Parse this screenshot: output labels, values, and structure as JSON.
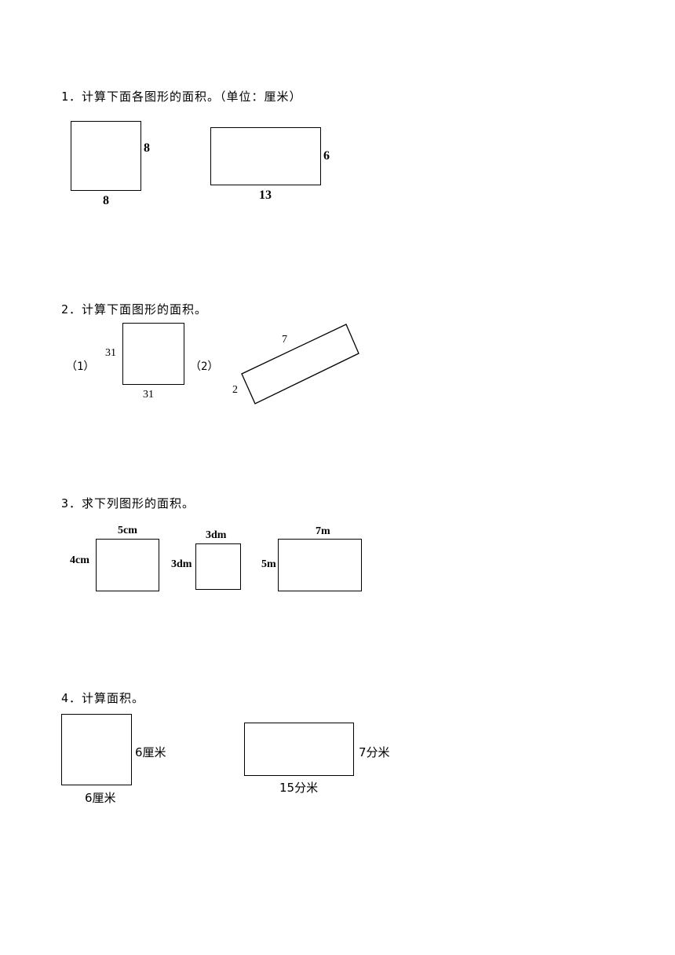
{
  "q1": {
    "title": "1．计算下面各图形的面积。（单位：厘米）",
    "square": {
      "side_label": "8",
      "bottom_label": "8"
    },
    "rect": {
      "side_label": "6",
      "bottom_label": "13"
    }
  },
  "q2": {
    "title": "2．计算下面图形的面积。",
    "part1_label": "（1）",
    "part2_label": "（2）",
    "square": {
      "side_label": "31",
      "bottom_label": "31"
    },
    "tilted_rect": {
      "long_label": "7",
      "short_label": "2"
    }
  },
  "q3": {
    "title": "3．求下列图形的面积。",
    "rect1": {
      "top_label": "5cm",
      "side_label": "4cm"
    },
    "square": {
      "top_label": "3dm",
      "side_label": "3dm"
    },
    "rect2": {
      "top_label": "7m",
      "side_label": "5m"
    }
  },
  "q4": {
    "title": "4．计算面积。",
    "square": {
      "side_label": "6厘米",
      "bottom_label": "6厘米"
    },
    "rect": {
      "side_label": "7分米",
      "bottom_label": "15分米"
    }
  }
}
